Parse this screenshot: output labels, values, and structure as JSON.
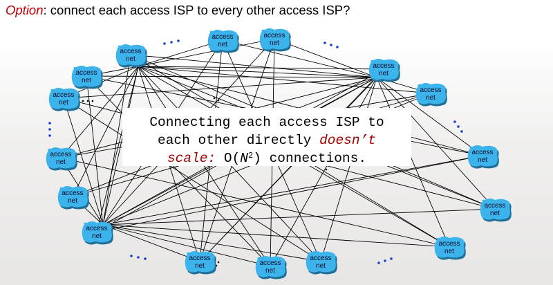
{
  "title": {
    "option_word": "Option",
    "rest": ": connect each access ISP to every other access ISP?"
  },
  "node_label_line1": "access",
  "node_label_line2": "net",
  "callout": {
    "line1": "Connecting each access ISP to",
    "line2_plain": "each other directly ",
    "line2_em": "doesn’t",
    "line3_em": "scale:",
    "line3_pre": " O(",
    "line3_n": "N",
    "line3_exp": "2",
    "line3_post": ") connections."
  },
  "ellipsis": "...",
  "colors": {
    "node_fill": "#3cb3ea",
    "node_shadow": "#1f6f99",
    "edge": "#000000",
    "emphasis": "#c00000",
    "dots": "#1a3fbf"
  }
}
